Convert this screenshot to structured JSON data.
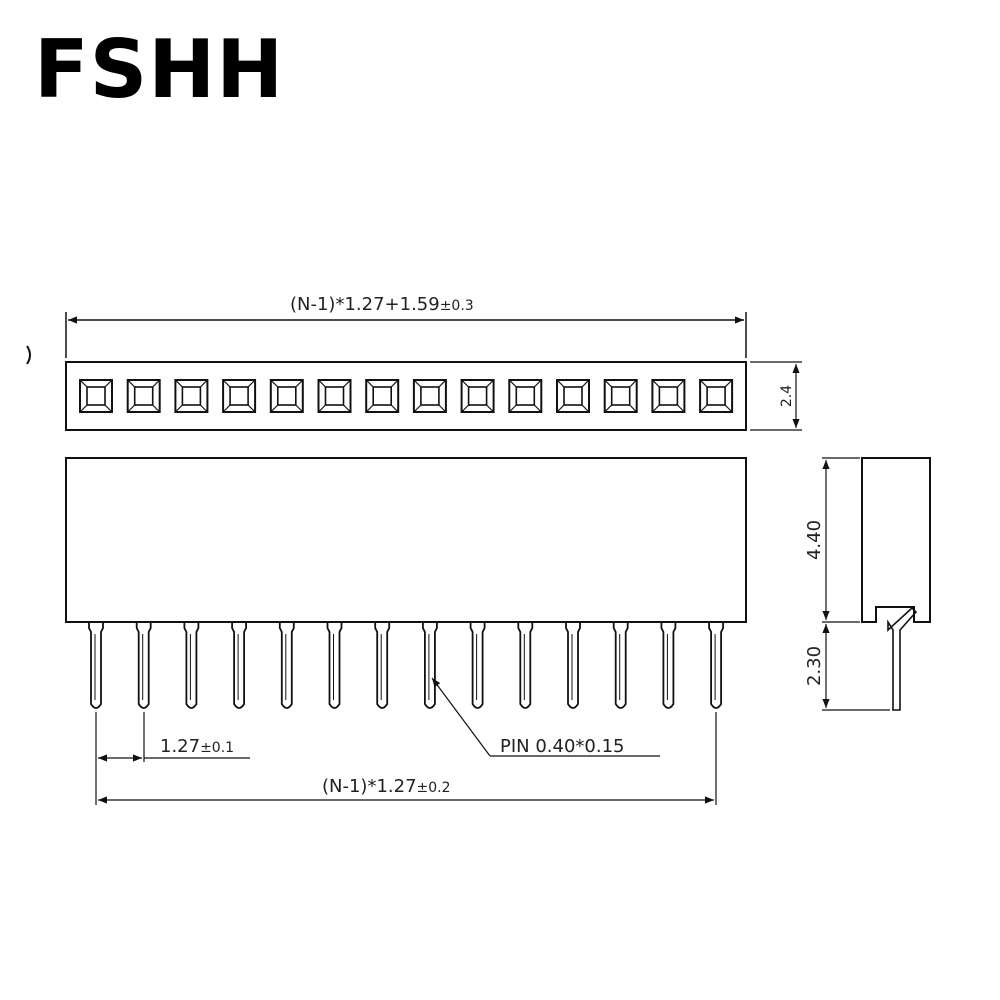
{
  "brand": {
    "logo_text": "FSHH"
  },
  "colors": {
    "line": "#111111",
    "background": "#ffffff",
    "text": "#222222"
  },
  "drawing": {
    "pin_count": 14,
    "dimensions": {
      "overall_length": {
        "main": "(N-1)*1.27+1.59",
        "tol": "±0.3"
      },
      "top_depth": "2.4",
      "pitch": {
        "main": "1.27",
        "tol": "±0.1"
      },
      "pin_span": {
        "main": "(N-1)*1.27",
        "tol": "±0.2"
      },
      "pin_size": "PIN  0.40*0.15",
      "body_height": "4.40",
      "pin_length": "2.30"
    }
  }
}
